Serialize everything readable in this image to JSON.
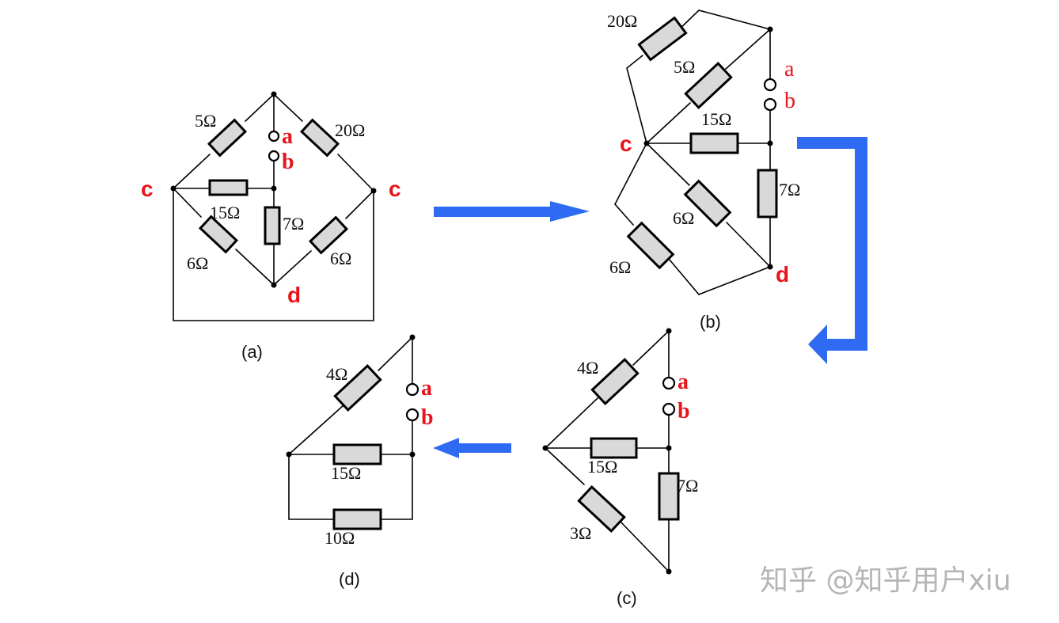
{
  "title": "Circuit equivalent-resistance simplification steps",
  "colors": {
    "node_label": "#e8141c",
    "arrow": "#2f6bf2",
    "resistor_fill": "#d9d9d9",
    "watermark": "#b5b5b5"
  },
  "watermark": "知乎 @知乎用户xiu",
  "arrows": [
    {
      "id": "a-to-b",
      "direction": "right"
    },
    {
      "id": "b-to-c",
      "direction": "down-then-left"
    },
    {
      "id": "c-to-d",
      "direction": "left"
    }
  ],
  "circuits": [
    {
      "id": "a",
      "caption": "(a)",
      "node_labels": [
        {
          "name": "c",
          "style": "bold"
        },
        {
          "name": "c",
          "style": "bold"
        },
        {
          "name": "d",
          "style": "bold"
        }
      ],
      "terminals": [
        {
          "name": "a"
        },
        {
          "name": "b"
        }
      ],
      "resistors": [
        {
          "label": "5Ω",
          "between": [
            "top",
            "c-left"
          ]
        },
        {
          "label": "20Ω",
          "between": [
            "top",
            "c-right"
          ]
        },
        {
          "label": "15Ω",
          "between": [
            "c-left",
            "mid"
          ]
        },
        {
          "label": "7Ω",
          "between": [
            "mid",
            "d"
          ]
        },
        {
          "label": "6Ω",
          "between": [
            "c-left",
            "d"
          ]
        },
        {
          "label": "6Ω",
          "between": [
            "c-right",
            "d"
          ]
        }
      ]
    },
    {
      "id": "b",
      "caption": "(b)",
      "node_labels": [
        {
          "name": "c",
          "style": "bold"
        },
        {
          "name": "d",
          "style": "bold"
        }
      ],
      "terminals": [
        {
          "name": "a"
        },
        {
          "name": "b"
        }
      ],
      "resistors": [
        {
          "label": "20Ω",
          "between": [
            "c",
            "top"
          ]
        },
        {
          "label": "5Ω",
          "between": [
            "c",
            "top"
          ]
        },
        {
          "label": "15Ω",
          "between": [
            "c",
            "mid"
          ]
        },
        {
          "label": "7Ω",
          "between": [
            "mid",
            "d"
          ]
        },
        {
          "label": "6Ω",
          "between": [
            "c",
            "d"
          ]
        },
        {
          "label": "6Ω",
          "between": [
            "c",
            "d"
          ]
        }
      ]
    },
    {
      "id": "c",
      "caption": "(c)",
      "node_labels": [],
      "terminals": [
        {
          "name": "a"
        },
        {
          "name": "b"
        }
      ],
      "resistors": [
        {
          "label": "4Ω",
          "between": [
            "left",
            "top"
          ]
        },
        {
          "label": "15Ω",
          "between": [
            "left",
            "mid"
          ]
        },
        {
          "label": "7Ω",
          "between": [
            "mid",
            "bottom"
          ]
        },
        {
          "label": "3Ω",
          "between": [
            "left",
            "bottom"
          ]
        }
      ]
    },
    {
      "id": "d",
      "caption": "(d)",
      "node_labels": [],
      "terminals": [
        {
          "name": "a"
        },
        {
          "name": "b"
        }
      ],
      "resistors": [
        {
          "label": "4Ω",
          "between": [
            "left",
            "top"
          ]
        },
        {
          "label": "15Ω",
          "between": [
            "left",
            "mid"
          ]
        },
        {
          "label": "10Ω",
          "between": [
            "left",
            "mid"
          ]
        }
      ]
    }
  ]
}
